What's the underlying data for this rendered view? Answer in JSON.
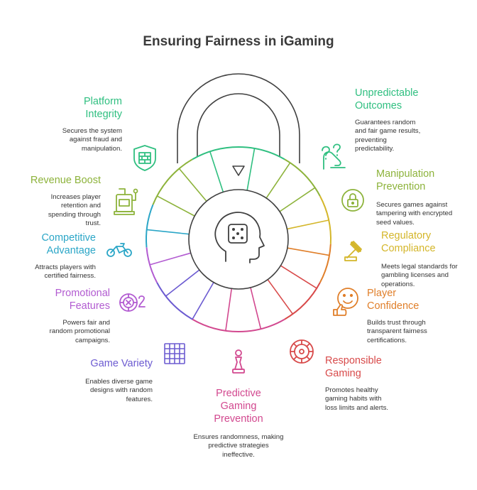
{
  "title": "Ensuring Fairness in iGaming",
  "colors": {
    "outline": "#404040",
    "platform": "#2fbf80",
    "unpredictable": "#2fbf80",
    "revenue": "#8db33b",
    "manipulation": "#8db33b",
    "competitive": "#2ba6c7",
    "regulatory": "#d4b62a",
    "promotional": "#b25bd1",
    "player": "#e07f2a",
    "game_variety": "#6c5bd1",
    "responsible": "#d84a4a",
    "predictive": "#d2488f"
  },
  "items": {
    "platform": {
      "title": "Platform Integrity",
      "desc": "Secures the system against fraud and manipulation.",
      "icon": "firewall-shield-icon"
    },
    "unpredictable": {
      "title": "Unpredictable Outcomes",
      "desc": "Guarantees random and fair game results, preventing predictability.",
      "icon": "hand-question-icon"
    },
    "revenue": {
      "title": "Revenue Boost",
      "desc": "Increases player retention and spending through trust.",
      "icon": "slot-machine-icon"
    },
    "manipulation": {
      "title": "Manipulation Prevention",
      "desc": "Secures games against tampering with encrypted seed values.",
      "icon": "lock-circle-icon"
    },
    "competitive": {
      "title": "Competitive Advantage",
      "desc": "Attracts players with certified fairness.",
      "icon": "motorcycle-icon"
    },
    "regulatory": {
      "title": "Regulatory Compliance",
      "desc": "Meets legal standards for gambling licenses and operations.",
      "icon": "gavel-icon"
    },
    "promotional": {
      "title": "Promotional Features",
      "desc": "Powers fair and random promotional campaigns.",
      "icon": "poker-chip-x2-icon"
    },
    "player": {
      "title": "Player Confidence",
      "desc": "Builds trust through transparent fairness certifications.",
      "icon": "thumbs-up-smile-icon"
    },
    "game_variety": {
      "title": "Game Variety",
      "desc": "Enables diverse game designs with random features.",
      "icon": "grid-board-icon"
    },
    "responsible": {
      "title": "Responsible Gaming",
      "desc": "Promotes healthy gaming habits with loss limits and alerts.",
      "icon": "roulette-wheel-icon"
    },
    "predictive": {
      "title": "Predictive Gaming Prevention",
      "desc": "Ensures randomness, making predictive strategies ineffective.",
      "icon": "chess-pawn-icon"
    }
  },
  "center_icon": "head-dice-icon",
  "pointer_icon": "triangle-down-icon"
}
